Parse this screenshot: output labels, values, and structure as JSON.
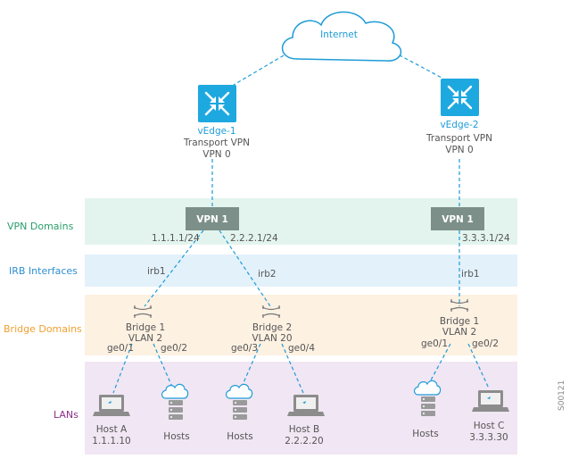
{
  "internet": "Internet",
  "vedge1": {
    "name": "vEdge-1",
    "line1": "Transport VPN",
    "line2": "VPN 0"
  },
  "vedge2": {
    "name": "vEdge-2",
    "line1": "Transport VPN",
    "line2": "VPN 0"
  },
  "bands": {
    "vpn": "VPN Domains",
    "irb": "IRB Interfaces",
    "bridge": "Bridge Domains",
    "lans": "LANs"
  },
  "vpn1_left": {
    "label": "VPN 1",
    "addr_a": "1.1.1.1/24",
    "addr_b": "2.2.2.1/24"
  },
  "vpn1_right": {
    "label": "VPN 1",
    "addr": "3.3.3.1/24"
  },
  "irb": {
    "left_a": "irb1",
    "left_b": "irb2",
    "right": "irb1"
  },
  "bridges": [
    {
      "name": "Bridge 1",
      "vlan": "VLAN 2",
      "port_a": "ge0/1",
      "port_b": "ge0/2"
    },
    {
      "name": "Bridge 2",
      "vlan": "VLAN 20",
      "port_a": "ge0/3",
      "port_b": "ge0/4"
    },
    {
      "name": "Bridge 1",
      "vlan": "VLAN 2",
      "port_a": "ge0/1",
      "port_b": "ge0/2"
    }
  ],
  "lans": [
    {
      "name": "Host A",
      "addr": "1.1.1.10"
    },
    {
      "name": "Hosts"
    },
    {
      "name": "Hosts"
    },
    {
      "name": "Host B",
      "addr": "2.2.2.20"
    },
    {
      "name": "Hosts"
    },
    {
      "name": "Host C",
      "addr": "3.3.3.30"
    }
  ],
  "figure_id": "S00121",
  "colors": {
    "vpn_band": "#e3f4ee",
    "irb_band": "#e3f1fa",
    "bridge_band": "#fdf1e2",
    "lan_band": "#f1e6f3",
    "vpn_text": "#2a9d6a",
    "irb_text": "#2f8fd0",
    "bridge_text": "#f0a030",
    "lan_text": "#8a2f8a",
    "accent": "#1e9bd7",
    "vpn_box": "#7d8f89"
  }
}
